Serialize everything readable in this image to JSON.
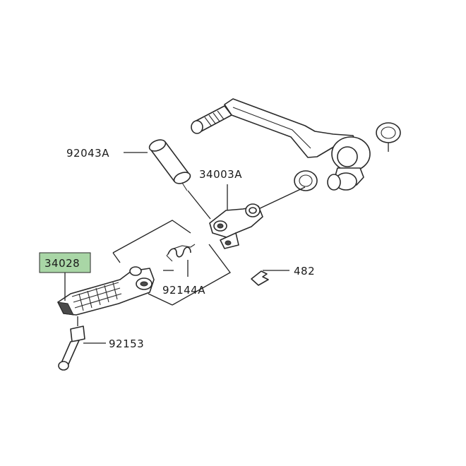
{
  "parts": [
    {
      "id": "p1",
      "label": "92043A"
    },
    {
      "id": "p2",
      "label": "34003A"
    },
    {
      "id": "p3",
      "label": "34028",
      "highlight_color": "#a9d6a6"
    },
    {
      "id": "p4",
      "label": "482"
    },
    {
      "id": "p5",
      "label": "92144A"
    },
    {
      "id": "p6",
      "label": "92153"
    }
  ]
}
